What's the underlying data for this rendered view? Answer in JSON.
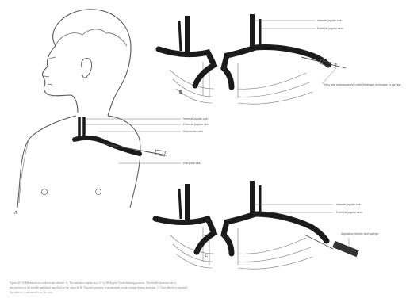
{
  "panels": {
    "a": {
      "letter": "A",
      "labels": [
        "Internal jugular vein",
        "External jugular vein",
        "Subclavian vein",
        "Entry site skin"
      ]
    },
    "b": {
      "letter": "B",
      "labels": [
        "Internal jugular vein",
        "External jugular vein",
        "Entry site subclavian vein with Seldinger technique or syringe"
      ]
    },
    "c": {
      "letter": "C",
      "labels": [
        "Internal jugular vein",
        "External jugular vein",
        "Aspiration needle and syringe"
      ]
    }
  },
  "caption": {
    "line1": "Figure 40-10 Placement of a subclavian catheter. A, The patient is supine in a 15- to 30-degree Trendelenburg position. The needle insertion site is",
    "line2": "the junction of the middle and distal one-third of the clavicle. B, Negative pressure is maintained on the syringe during insertion. C, Once blood is aspirated,",
    "line3": "the catheter is advanced over the wire."
  },
  "colors": {
    "vein": "#1b1b1b",
    "line": "#444444",
    "bone": "#777777"
  }
}
